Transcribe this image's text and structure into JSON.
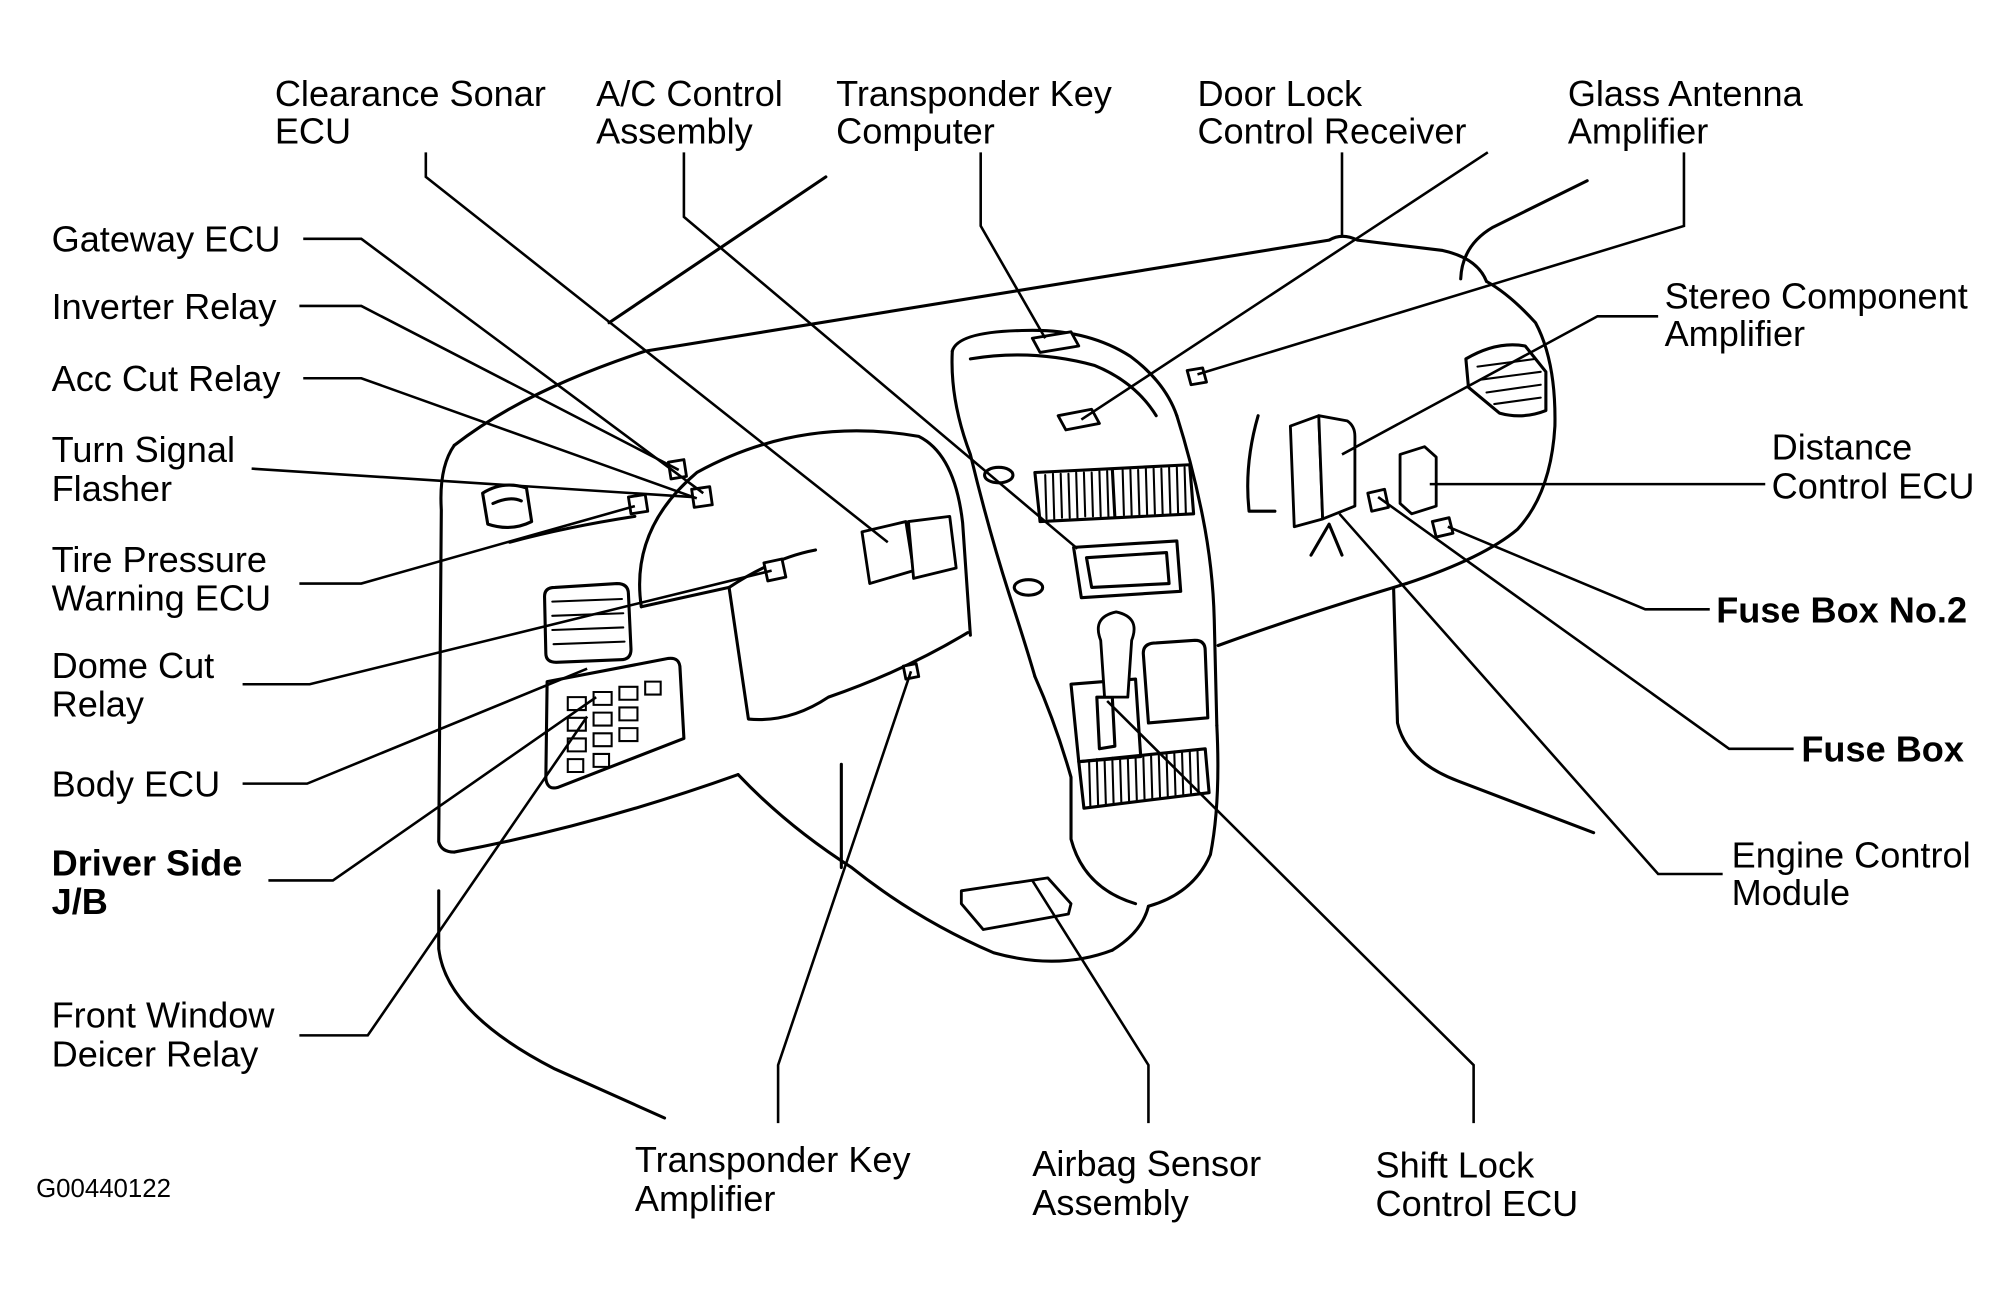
{
  "figure_code": "G00440122",
  "labels": {
    "top": {
      "clearance_sonar_ecu": [
        "Clearance Sonar",
        "ECU"
      ],
      "ac_control_assembly": [
        "A/C Control",
        "Assembly"
      ],
      "transponder_key_computer": [
        "Transponder Key",
        "Computer"
      ],
      "door_lock_control_receiver": [
        "Door Lock",
        "Control Receiver"
      ],
      "glass_antenna_amplifier": [
        "Glass Antenna",
        "Amplifier"
      ]
    },
    "left": {
      "gateway_ecu": [
        "Gateway ECU"
      ],
      "inverter_relay": [
        "Inverter Relay"
      ],
      "acc_cut_relay": [
        "Acc Cut Relay"
      ],
      "turn_signal_flasher": [
        "Turn Signal",
        "Flasher"
      ],
      "tire_pressure_warning_ecu": [
        "Tire Pressure",
        "Warning ECU"
      ],
      "dome_cut_relay": [
        "Dome Cut",
        "Relay"
      ],
      "body_ecu": [
        "Body ECU"
      ],
      "driver_side_jb": [
        "Driver Side",
        "J/B"
      ],
      "front_window_deicer_relay": [
        "Front Window",
        "Deicer Relay"
      ]
    },
    "right": {
      "stereo_component_amplifier": [
        "Stereo Component",
        "Amplifier"
      ],
      "distance_control_ecu": [
        "Distance",
        "Control ECU"
      ],
      "fuse_box_no2": [
        "Fuse Box No.2"
      ],
      "fuse_box": [
        "Fuse Box"
      ],
      "engine_control_module": [
        "Engine Control",
        "Module"
      ]
    },
    "bottom": {
      "transponder_key_amplifier": [
        "Transponder Key",
        "Amplifier"
      ],
      "airbag_sensor_assembly": [
        "Airbag Sensor",
        "Assembly"
      ],
      "shift_lock_control_ecu": [
        "Shift Lock",
        "Control ECU"
      ]
    }
  }
}
